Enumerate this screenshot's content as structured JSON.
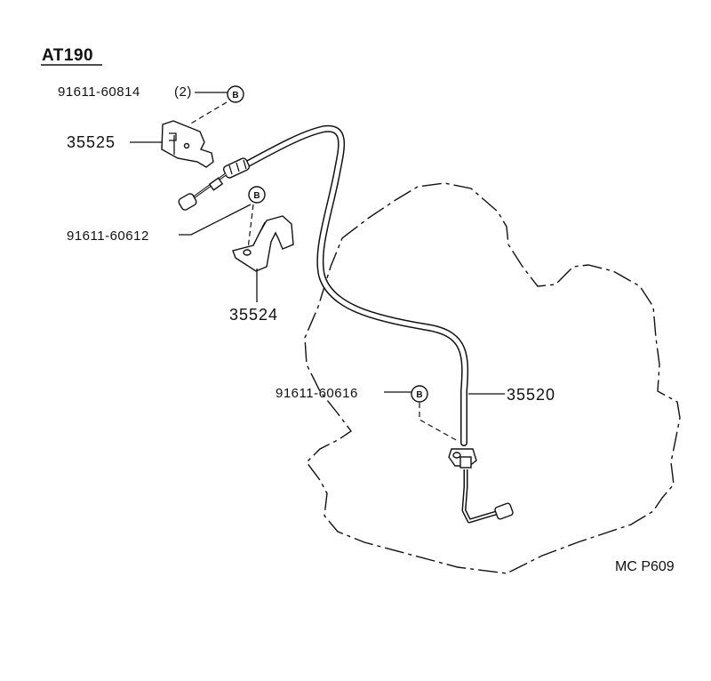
{
  "model_label": "AT190",
  "drawing_code": "MC P609",
  "callout_symbol": "B",
  "parts": {
    "bolt_upper": "91611-60814",
    "bolt_upper_qty": "(2)",
    "bracket_upper": "35525",
    "bolt_middle": "91611-60612",
    "bracket_lower": "35524",
    "bolt_lower": "91611-60616",
    "cable": "35520"
  }
}
